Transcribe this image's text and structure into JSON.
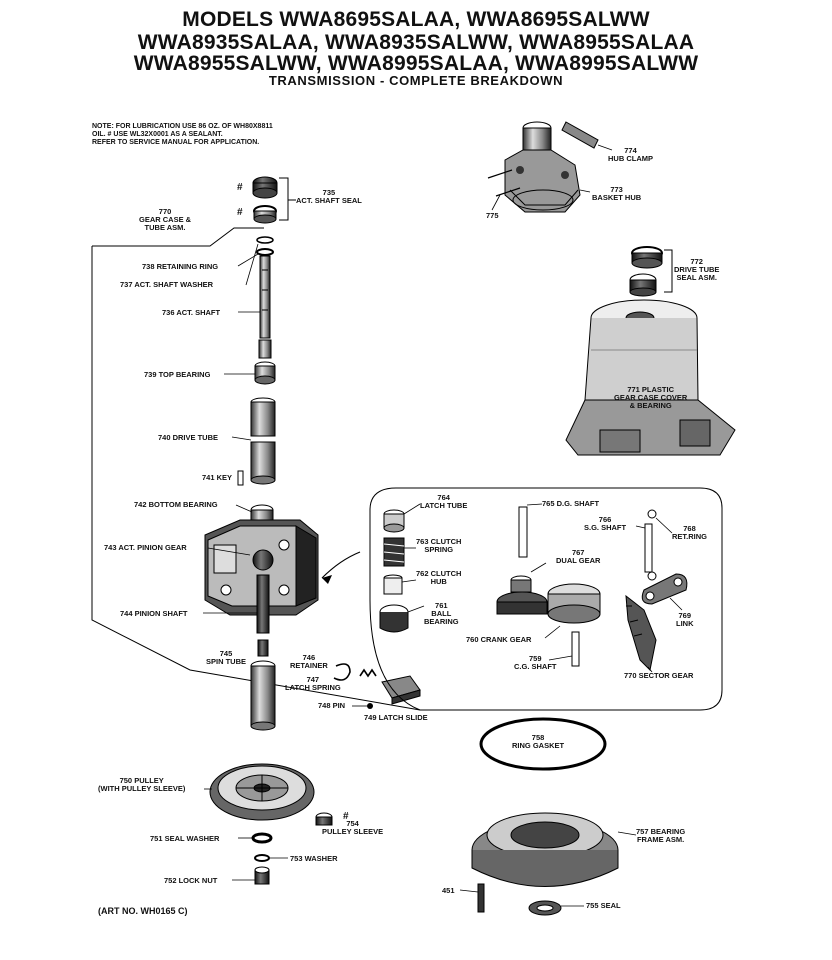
{
  "header": {
    "line1": "MODELS WWA8695SALAA, WWA8695SALWW",
    "line2": "WWA8935SALAA, WWA8935SALWW, WWA8955SALAA",
    "line3": "WWA8955SALWW, WWA8995SALAA, WWA8995SALWW",
    "subtitle": "TRANSMISSION - COMPLETE BREAKDOWN"
  },
  "note": "NOTE: FOR LUBRICATION USE 86 OZ. OF WH80X8811\nOIL. # USE WL32X0001 AS A SEALANT.\nREFER TO SERVICE MANUAL FOR APPLICATION.",
  "symbols": {
    "hash1": "#",
    "hash2": "#",
    "hash3": "#"
  },
  "parts": {
    "p735": "735\nACT. SHAFT SEAL",
    "p770": "770\nGEAR CASE &\nTUBE ASM.",
    "p738": "738 RETAINING RING",
    "p737": "737  ACT. SHAFT WASHER",
    "p736": "736 ACT. SHAFT",
    "p739": "739 TOP BEARING",
    "p740": "740 DRIVE TUBE",
    "p741": "741 KEY",
    "p742": "742 BOTTOM BEARING",
    "p743": "743 ACT. PINION GEAR",
    "p744": "744 PINION SHAFT",
    "p745": "745\nSPIN TUBE",
    "p746": "746\nRETAINER",
    "p747": "747\nLATCH SPRING",
    "p748": "748 PIN",
    "p749": "749 LATCH SLIDE",
    "p774": "774\nHUB CLAMP",
    "p773": "773\nBASKET HUB",
    "p775": "775",
    "p772": "772\nDRIVE TUBE\nSEAL ASM.",
    "p771": "771 PLASTIC\nGEAR CASE COVER\n& BEARING",
    "p764": "764\nLATCH TUBE",
    "p763": "763 CLUTCH\nSPRING",
    "p762": "762 CLUTCH\nHUB",
    "p761": "761\nBALL\nBEARING",
    "p765": "765 D.G. SHAFT",
    "p766": "766\nS.G. SHAFT",
    "p768": "768\nRET.RING",
    "p767": "767\nDUAL GEAR",
    "p769": "769\nLINK",
    "p760": "760 CRANK GEAR",
    "p759": "759\nC.G. SHAFT",
    "p770b": "770 SECTOR GEAR",
    "p758": "758\nRING GASKET",
    "p750": "750 PULLEY\n(WITH PULLEY SLEEVE)",
    "p754": "754\nPULLEY SLEEVE",
    "p751": "751 SEAL WASHER",
    "p753": "753 WASHER",
    "p752": "752 LOCK NUT",
    "p757": "757 BEARING\nFRAME ASM.",
    "p451": "451",
    "p755": "755 SEAL"
  },
  "art_no": "(ART NO. WH0165 C)"
}
